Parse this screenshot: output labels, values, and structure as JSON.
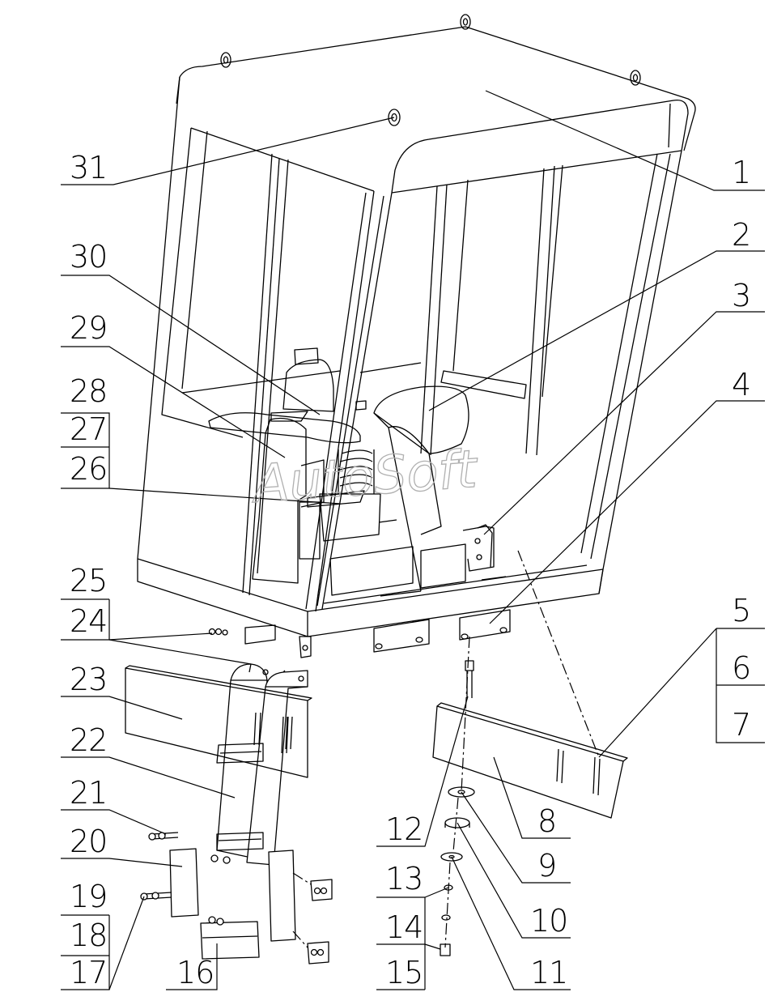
{
  "watermark": "AutoSoft",
  "callouts": [
    "1",
    "2",
    "3",
    "4",
    "5",
    "6",
    "7",
    "8",
    "9",
    "10",
    "11",
    "12",
    "13",
    "14",
    "15",
    "16",
    "17",
    "18",
    "19",
    "20",
    "21",
    "22",
    "23",
    "24",
    "25",
    "26",
    "27",
    "28",
    "29",
    "30",
    "31"
  ]
}
